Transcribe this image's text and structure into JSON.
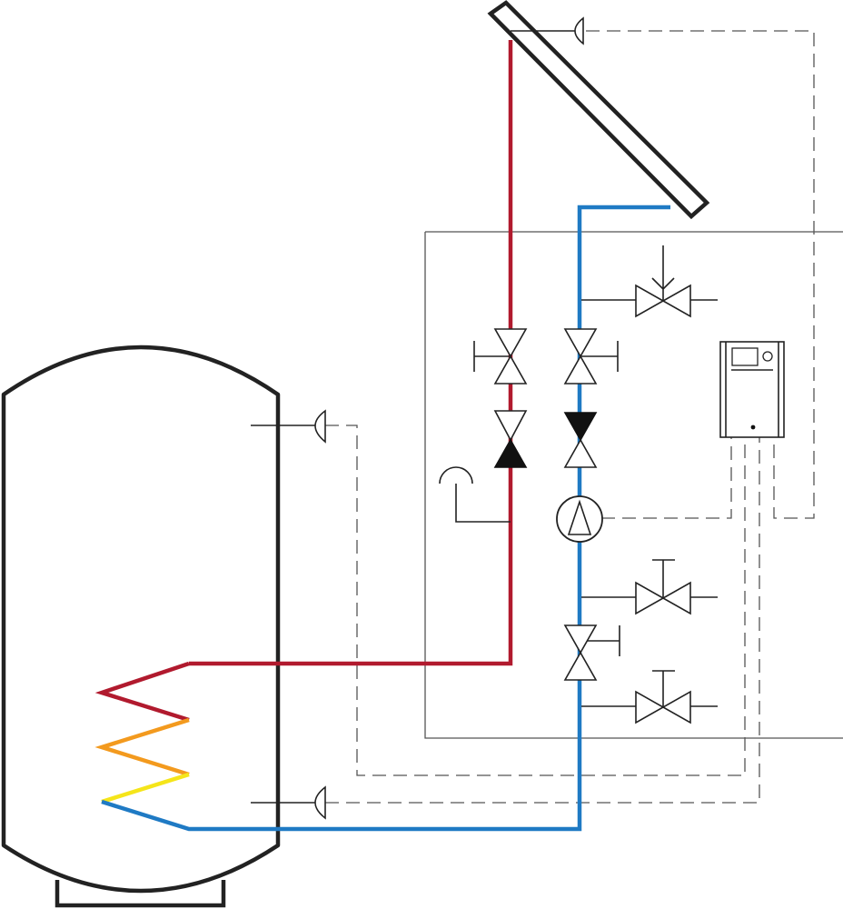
{
  "colors": {
    "hot_pipe": "#b11a2e",
    "cold_pipe": "#1f7ac4",
    "coil_orange": "#f39a1e",
    "coil_yellow": "#f5e51a",
    "outline": "#222222",
    "control_line": "#555555",
    "background": "#ffffff"
  },
  "components": [
    {
      "id": "solar-collector",
      "icon": "solar-collector-panel"
    },
    {
      "id": "storage-tank",
      "icon": "hot-water-cylinder"
    },
    {
      "id": "heat-exchanger-coil",
      "icon": "coil"
    },
    {
      "id": "flow-shutoff-valve",
      "icon": "gate-valve"
    },
    {
      "id": "return-shutoff-valve",
      "icon": "gate-valve"
    },
    {
      "id": "flow-check-valve",
      "icon": "check-valve"
    },
    {
      "id": "return-check-valve",
      "icon": "check-valve"
    },
    {
      "id": "circulation-pump",
      "icon": "pump"
    },
    {
      "id": "safety-relief-valve",
      "icon": "relief-valve"
    },
    {
      "id": "fill-valve",
      "icon": "manual-valve"
    },
    {
      "id": "return-lower-shutoff-valve",
      "icon": "gate-valve"
    },
    {
      "id": "drain-valve",
      "icon": "manual-valve"
    },
    {
      "id": "thermometer",
      "icon": "thermometer"
    },
    {
      "id": "solar-controller",
      "icon": "controller"
    },
    {
      "id": "collector-temperature-sensor",
      "icon": "sensor"
    },
    {
      "id": "tank-upper-sensor",
      "icon": "sensor"
    },
    {
      "id": "tank-lower-sensor",
      "icon": "sensor"
    }
  ]
}
